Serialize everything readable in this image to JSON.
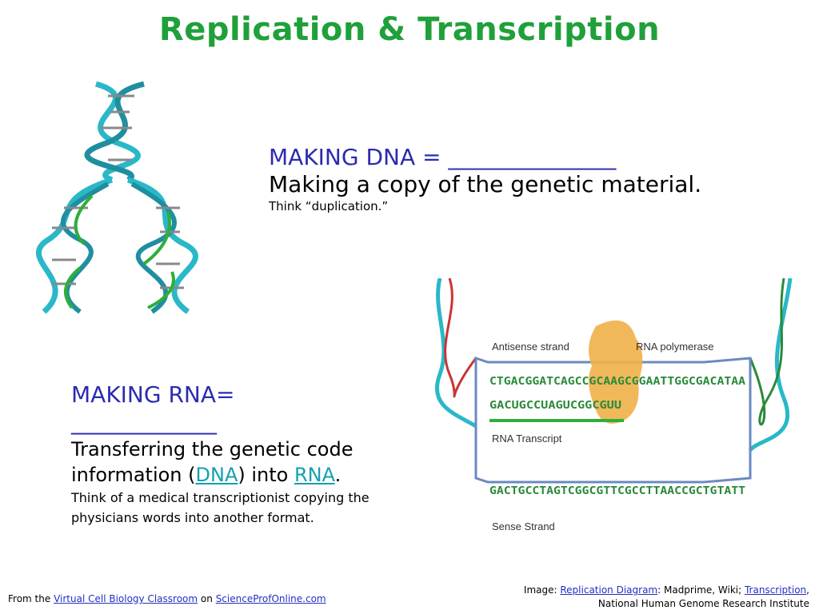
{
  "title": "Replication & Transcription",
  "dna": {
    "heading": "MAKING DNA = _______________",
    "description": "Making a copy of the genetic material.",
    "hint": "Think “duplication.”"
  },
  "rna": {
    "heading": "MAKING RNA=",
    "blank": "_____________",
    "desc_part1": "Transferring the genetic code information (",
    "desc_link_dna": "DNA",
    "desc_part2": ") into ",
    "desc_link_rna": "RNA",
    "desc_part3": ".",
    "hint": "Think of a medical transcriptionist copying the physicians words into another format."
  },
  "footer": {
    "prefix": "From the",
    "link1": "Virtual Cell Biology Classroom",
    "on": "on",
    "link2": "ScienceProfOnline.com"
  },
  "credit": {
    "image_prefix": "Image:",
    "link1": "Replication Diagram",
    "text1": ": Madprime, Wiki;",
    "link2": "Transcription",
    "text2": ",",
    "line2": "National Human Genome Research Institute"
  },
  "transcription_diagram": {
    "antisense_label": "Antisense strand",
    "polymerase_label": "RNA polymerase",
    "antisense_seq": "CTGACGGATCAGCCGCAAGCGGAATTGGCGACATAA",
    "rna_seq": "GACUGCCUAGUCGGCGUU",
    "transcript_label": "RNA Transcript",
    "sense_seq": "GACTGCCTAGTCGGCGTTCGCCTTAACCGCTGTATT",
    "sense_label": "Sense Strand"
  },
  "colors": {
    "title": "#1fa03a",
    "heading": "#2b2bb0",
    "link": "#15a0b0",
    "helix": "#2ab8c8",
    "arrow": "#2fae3a",
    "polymerase": "#f0b048"
  }
}
